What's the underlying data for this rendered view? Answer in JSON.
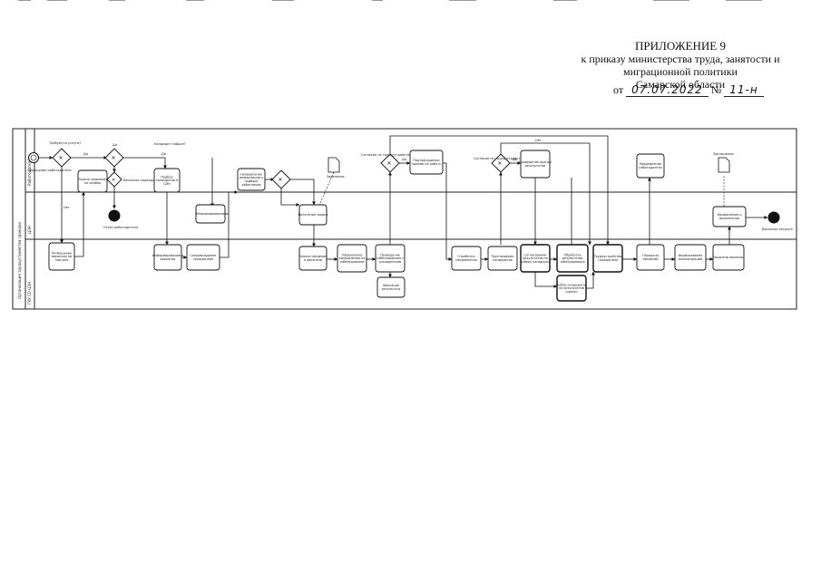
{
  "header": {
    "title": "ПРИЛОЖЕНИЕ 9",
    "line1": "к приказу министерства труда, занятости и",
    "line2": "миграционной политики",
    "line3": "Самарской области",
    "date_prefix": "от",
    "date_handwritten": "07.07.2022",
    "number_sign": "№",
    "number_handwritten": "11-н"
  },
  "diagram": {
    "pool_label": "Организация трудоустройства граждан",
    "lanes": [
      {
        "name": "Работодатель"
      },
      {
        "name": "ЦЗН"
      },
      {
        "name": "ГКУ СО ЦЗН"
      }
    ],
    "tasks": [
      {
        "id": "t1",
        "label": "Размещение вакансии на портале"
      },
      {
        "id": "t2",
        "label": "Подача заявления на подбор"
      },
      {
        "id": "t3",
        "label": "Подбор кандидатов в ЦЗН"
      },
      {
        "id": "t4",
        "label": "Информирование"
      },
      {
        "id": "t5",
        "label": "Направление информации о подборе работников"
      },
      {
        "id": "t6",
        "label": "Получение заявки"
      },
      {
        "id": "t7",
        "label": "Информирование о вакансии"
      },
      {
        "id": "t8",
        "label": "Сопровождение гражданина"
      },
      {
        "id": "t9",
        "label": "Анализ сведений о вакансии"
      },
      {
        "id": "t10",
        "label": "Оформление направления на собеседование"
      },
      {
        "id": "t11",
        "label": "Проведение собеседования с гражданином"
      },
      {
        "id": "t12",
        "label": "Фиксация результата"
      },
      {
        "id": "t13",
        "label": "Подтверждение приема на работу"
      },
      {
        "id": "t14",
        "label": "Отработка направления"
      },
      {
        "id": "t15",
        "label": "Приглашение кандидатов"
      },
      {
        "id": "t16",
        "label": "Проведение оценки результатов"
      },
      {
        "id": "t17",
        "label": "Согласование результатов по выбору кандидата"
      },
      {
        "id": "t18",
        "label": "Обработка результатов собеседования"
      },
      {
        "id": "t19",
        "label": "Выбор кандидатов по результатам оценки"
      },
      {
        "id": "t20",
        "label": "Трудоустройство гражданина"
      },
      {
        "id": "t21",
        "label": "Уведомление работодателя"
      },
      {
        "id": "t22",
        "label": "Передача сведений"
      },
      {
        "id": "t23",
        "label": "Формирование рекомендаций"
      },
      {
        "id": "t24",
        "label": "Уведомление о выполнении"
      },
      {
        "id": "t25",
        "label": "Закрытие вакансии"
      }
    ],
    "gateway_labels": [
      {
        "id": "g1",
        "label": "Требуются услуги?"
      },
      {
        "id": "g2",
        "label": "Вакансия подходит?"
      },
      {
        "id": "g3",
        "label": "Кандидат найден?"
      },
      {
        "id": "g4",
        "label": "Согласие на трудоустройство?"
      },
      {
        "id": "g5",
        "label": "Согласие на трудоустройство?"
      }
    ],
    "flow_labels": {
      "yes": "Да",
      "no": "Нет"
    },
    "events": [
      {
        "id": "e_start",
        "label": "Обращение работодателя"
      },
      {
        "id": "e_end1",
        "label": "Отказ работодателя"
      },
      {
        "id": "e_end2",
        "label": "Вакансия закрыта"
      }
    ],
    "documents": [
      {
        "id": "d1",
        "label": "Заявление"
      },
      {
        "id": "d2",
        "label": "Заключение"
      }
    ]
  }
}
